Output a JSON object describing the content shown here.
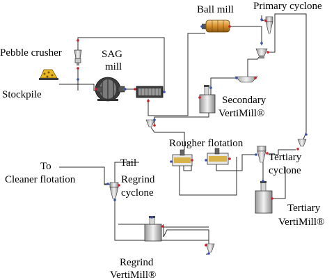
{
  "labels": {
    "pebble_crusher": "Pebble crusher",
    "sag_line1": "SAG",
    "sag_line2": "mill",
    "stockpile": "Stockpile",
    "ball_mill": "Ball mill",
    "primary_cyclone": "Primary cyclone",
    "secondary_line1": "Secondary",
    "secondary_line2": "VertiMill®",
    "rougher_flotation": "Rougher flotation",
    "tail": "Tail",
    "to_line1": "To",
    "to_line2": "Cleaner flotation",
    "regrind_cyclone_line1": "Regrind",
    "regrind_cyclone_line2": "cyclone",
    "tertiary_cyclone_line1": "Tertiary",
    "tertiary_cyclone_line2": "cyclone",
    "tertiary_vm_line1": "Tertiary",
    "tertiary_vm_line2": "VertiMill®",
    "regrind_vm_line1": "Regrind",
    "regrind_vm_line2": "VertiMill®"
  },
  "colors": {
    "line": "#2b2b2b",
    "port_red": "#c8202a",
    "port_blue": "#3a4fa8",
    "equipment_grey": "#c9c9c9",
    "mill_dark": "#3c3c3c",
    "ball_mill_orange": "#e0a043",
    "stockpile_yellow": "#e8b923",
    "flotation_tan": "#d8b24a"
  }
}
